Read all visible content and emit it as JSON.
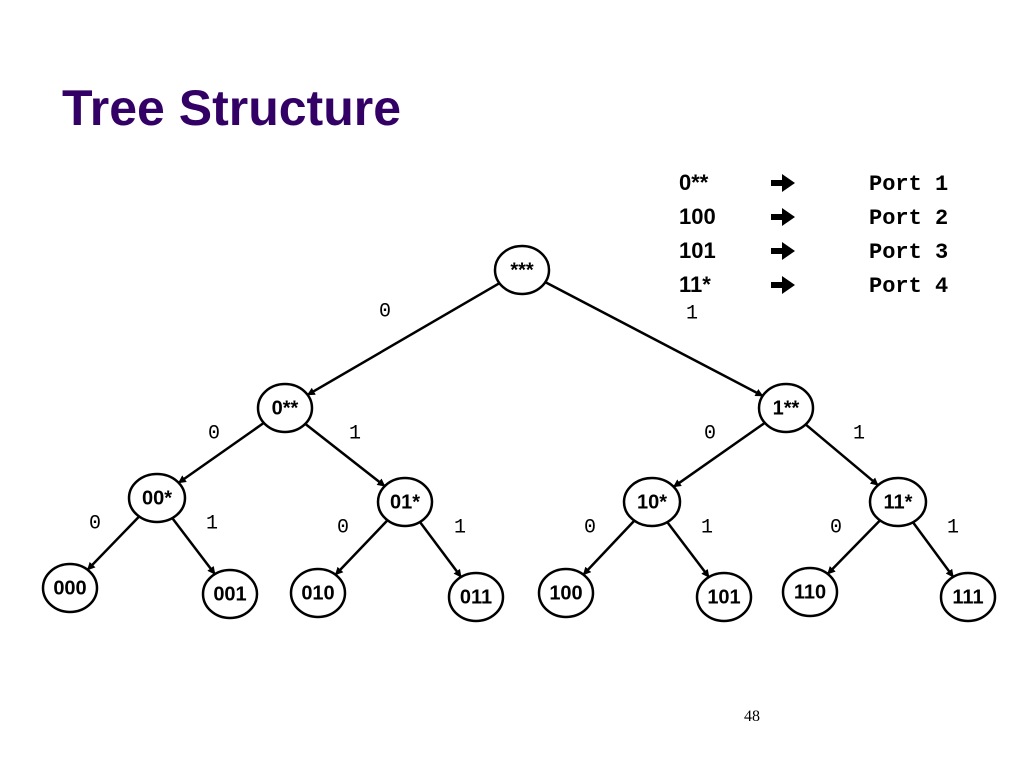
{
  "slide": {
    "title": "Tree Structure",
    "page_number": "48"
  },
  "legend": [
    {
      "prefix": "0**",
      "arrow": "arrow-right-icon",
      "port": "Port 1"
    },
    {
      "prefix": "100",
      "arrow": "arrow-right-icon",
      "port": "Port 2"
    },
    {
      "prefix": "101",
      "arrow": "arrow-right-icon",
      "port": "Port 3"
    },
    {
      "prefix": "11*",
      "arrow": "arrow-right-icon",
      "port": "Port 4"
    }
  ],
  "tree": {
    "nodes": [
      {
        "id": "root",
        "label": "***"
      },
      {
        "id": "n0",
        "label": "0**"
      },
      {
        "id": "n1",
        "label": "1**"
      },
      {
        "id": "n00",
        "label": "00*"
      },
      {
        "id": "n01",
        "label": "01*"
      },
      {
        "id": "n10",
        "label": "10*"
      },
      {
        "id": "n11",
        "label": "11*"
      },
      {
        "id": "n000",
        "label": "000"
      },
      {
        "id": "n001",
        "label": "001"
      },
      {
        "id": "n010",
        "label": "010"
      },
      {
        "id": "n011",
        "label": "011"
      },
      {
        "id": "n100",
        "label": "100"
      },
      {
        "id": "n101",
        "label": "101"
      },
      {
        "id": "n110",
        "label": "110"
      },
      {
        "id": "n111",
        "label": "111"
      }
    ],
    "edges": [
      {
        "from": "root",
        "to": "n0",
        "label": "0"
      },
      {
        "from": "root",
        "to": "n1",
        "label": "1"
      },
      {
        "from": "n0",
        "to": "n00",
        "label": "0"
      },
      {
        "from": "n0",
        "to": "n01",
        "label": "1"
      },
      {
        "from": "n1",
        "to": "n10",
        "label": "0"
      },
      {
        "from": "n1",
        "to": "n11",
        "label": "1"
      },
      {
        "from": "n00",
        "to": "n000",
        "label": "0"
      },
      {
        "from": "n00",
        "to": "n001",
        "label": "1"
      },
      {
        "from": "n01",
        "to": "n010",
        "label": "0"
      },
      {
        "from": "n01",
        "to": "n011",
        "label": "1"
      },
      {
        "from": "n10",
        "to": "n100",
        "label": "0"
      },
      {
        "from": "n10",
        "to": "n101",
        "label": "1"
      },
      {
        "from": "n11",
        "to": "n110",
        "label": "0"
      },
      {
        "from": "n11",
        "to": "n111",
        "label": "1"
      }
    ]
  },
  "colors": {
    "title": "#330066",
    "stroke": "#000000",
    "node_fill": "#ffffff"
  }
}
